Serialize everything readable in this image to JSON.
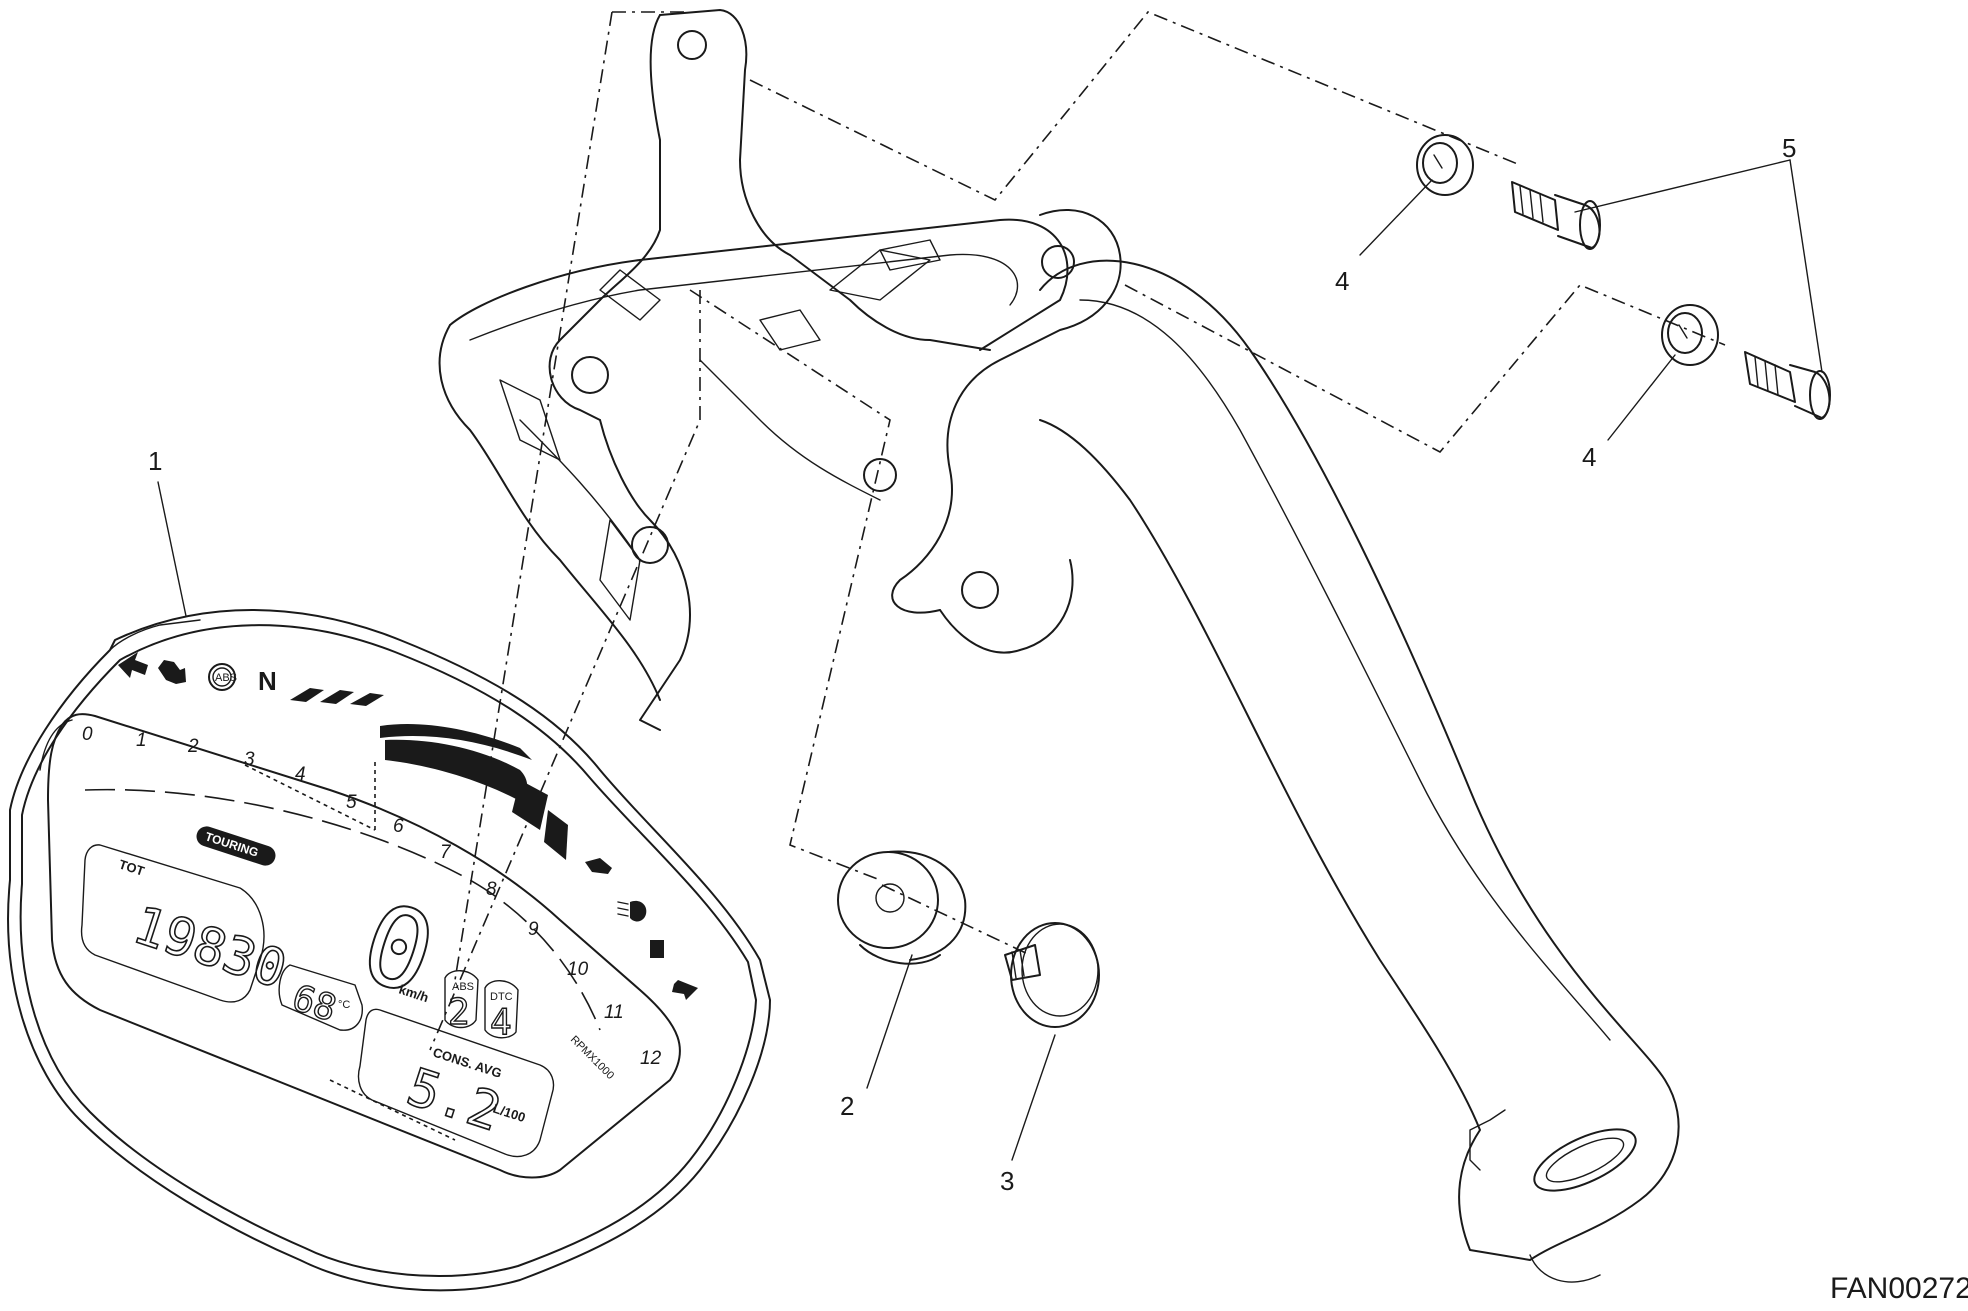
{
  "diagram": {
    "code": "FAN00272",
    "callouts": [
      "1",
      "2",
      "3",
      "4",
      "4",
      "5"
    ]
  },
  "dashboard": {
    "rpm_scale": [
      "0",
      "1",
      "2",
      "3",
      "4",
      "5",
      "6",
      "7",
      "8",
      "9",
      "10",
      "11",
      "12"
    ],
    "rpm_unit": "RPMX1000",
    "neutral": "N",
    "abs_lamp": "ABS",
    "mode_badge": "TOURING",
    "odometer_label": "TOT",
    "odometer_value": "19830",
    "temperature_value": "68",
    "temperature_unit": "°C",
    "speed_value": "0",
    "speed_unit": "km/h",
    "abs_label": "ABS",
    "abs_level": "2",
    "dtc_label": "DTC",
    "dtc_level": "4",
    "consumption_label": "CONS. AVG",
    "consumption_value": "5.2",
    "consumption_unit": "L/100"
  },
  "icons": [
    "turn-left-icon",
    "engine-warning-icon",
    "abs-warning-icon",
    "neutral-icon",
    "oil-pressure-icon",
    "high-beam-icon",
    "fuel-reserve-icon",
    "turn-right-icon"
  ]
}
